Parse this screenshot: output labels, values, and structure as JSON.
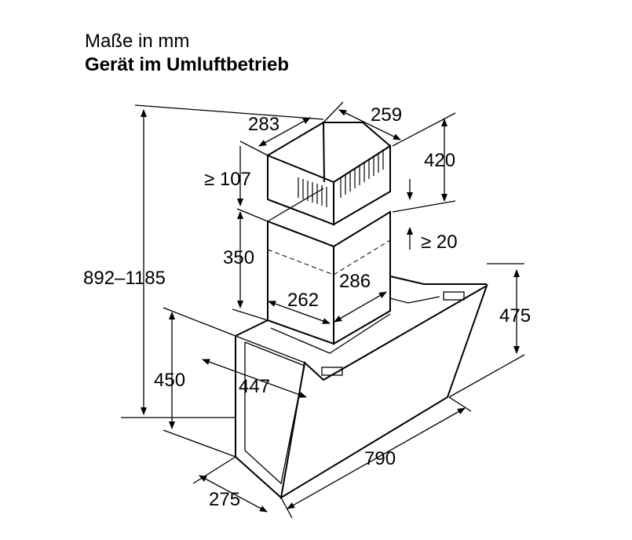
{
  "header": {
    "units_label": "Maße in mm",
    "title": "Gerät im Umluftbetrieb"
  },
  "dimensions": {
    "chimney_depth": "283",
    "chimney_width": "259",
    "upper_chimney_height": "420",
    "min_gap_top": "≥ 107",
    "lower_chimney_height": "350",
    "min_gap_bottom": "≥ 20",
    "total_height": "892–1185",
    "duct_width": "262",
    "duct_depth": "286",
    "front_height": "475",
    "hood_height": "450",
    "hood_depth_mid": "447",
    "hood_width": "790",
    "hood_depth_bottom": "275"
  }
}
